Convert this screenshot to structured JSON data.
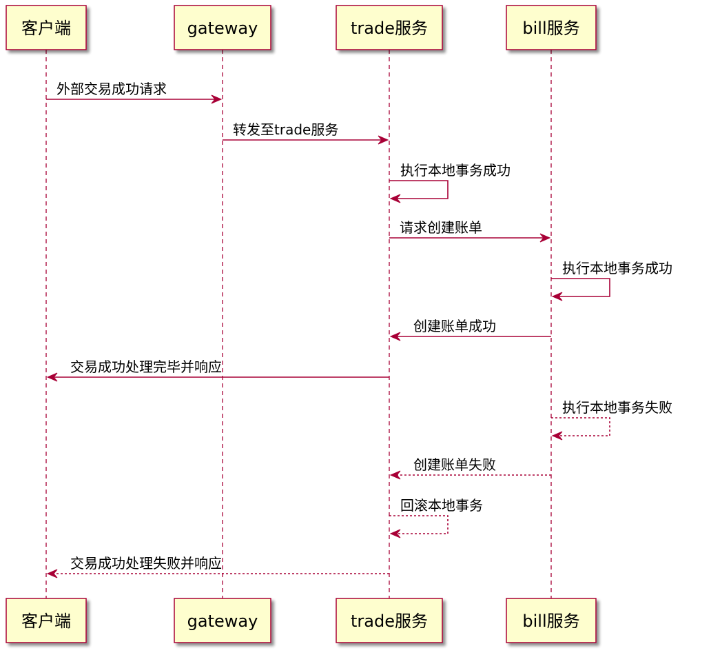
{
  "colors": {
    "line": "#A80036",
    "participant_fill": "#FEFECE",
    "text": "#000000",
    "shadow": "#808080"
  },
  "participants": [
    {
      "id": "client",
      "label": "客户端"
    },
    {
      "id": "gateway",
      "label": "gateway"
    },
    {
      "id": "trade",
      "label": "trade服务"
    },
    {
      "id": "bill",
      "label": "bill服务"
    }
  ],
  "messages": [
    {
      "from": "client",
      "to": "gateway",
      "label": "外部交易成功请求",
      "style": "solid"
    },
    {
      "from": "gateway",
      "to": "trade",
      "label": "转发至trade服务",
      "style": "solid"
    },
    {
      "from": "trade",
      "to": "trade",
      "label": "执行本地事务成功",
      "style": "solid"
    },
    {
      "from": "trade",
      "to": "bill",
      "label": "请求创建账单",
      "style": "solid"
    },
    {
      "from": "bill",
      "to": "bill",
      "label": "执行本地事务成功",
      "style": "solid"
    },
    {
      "from": "bill",
      "to": "trade",
      "label": "创建账单成功",
      "style": "solid"
    },
    {
      "from": "trade",
      "to": "client",
      "label": "交易成功处理完毕并响应",
      "style": "solid"
    },
    {
      "from": "bill",
      "to": "bill",
      "label": "执行本地事务失败",
      "style": "dashed"
    },
    {
      "from": "bill",
      "to": "trade",
      "label": "创建账单失败",
      "style": "dashed"
    },
    {
      "from": "trade",
      "to": "trade",
      "label": "回滚本地事务",
      "style": "dashed"
    },
    {
      "from": "trade",
      "to": "client",
      "label": "交易成功处理失败并响应",
      "style": "dashed"
    }
  ]
}
